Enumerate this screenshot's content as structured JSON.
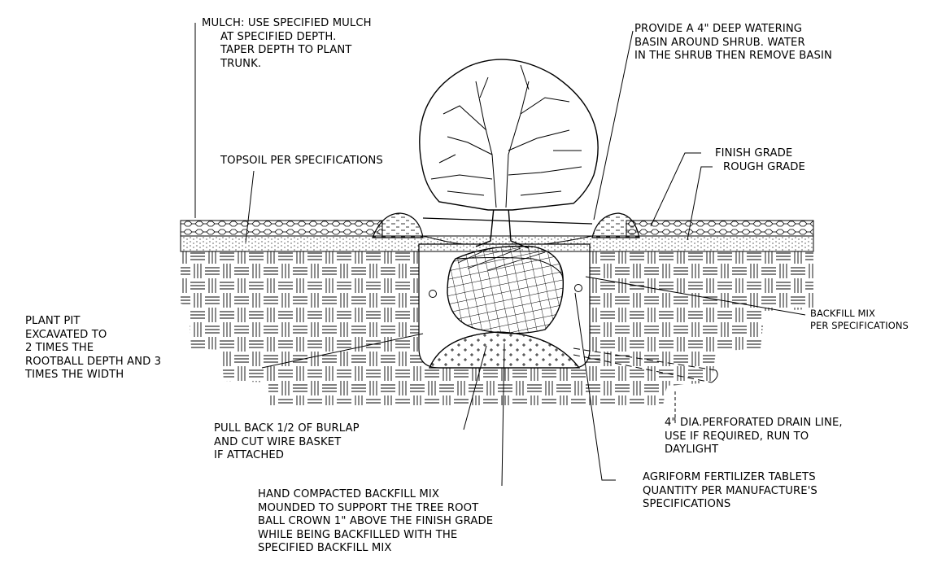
{
  "notes": {
    "mulch": [
      "MULCH: USE SPECIFIED MULCH",
      "AT SPECIFIED DEPTH.",
      "TAPER DEPTH TO PLANT",
      "TRUNK."
    ],
    "watering_basin": [
      "PROVIDE A 4\" DEEP WATERING",
      "BASIN AROUND SHRUB. WATER",
      "IN THE SHRUB THEN REMOVE BASIN"
    ],
    "topsoil": "TOPSOIL PER SPECIFICATIONS",
    "finish_grade": "FINISH GRADE",
    "rough_grade": "ROUGH GRADE",
    "backfill_mix": [
      "BACKFILL MIX",
      "PER SPECIFICATIONS"
    ],
    "plant_pit": [
      "PLANT PIT",
      "EXCAVATED TO",
      "2 TIMES THE",
      "ROOTBALL DEPTH AND 3",
      "TIMES THE WIDTH"
    ],
    "burlap": [
      "PULL BACK 1/2 OF BURLAP",
      "AND CUT WIRE BASKET",
      "IF ATTACHED"
    ],
    "drain_line": [
      "4\" DIA.PERFORATED DRAIN LINE,",
      "USE IF REQUIRED, RUN TO",
      "DAYLIGHT"
    ],
    "fertilizer": [
      "AGRIFORM FERTILIZER TABLETS",
      "QUANTITY PER MANUFACTURE'S",
      "SPECIFICATIONS"
    ],
    "hand_compacted": [
      "HAND COMPACTED BACKFILL MIX",
      "MOUNDED TO SUPPORT THE TREE ROOT",
      "BALL CROWN 1\" ABOVE THE FINISH GRADE",
      "WHILE BEING BACKFILLED WITH THE",
      "SPECIFIED BACKFILL MIX"
    ]
  },
  "colors": {
    "ink": "#000000",
    "paper": "#ffffff"
  }
}
